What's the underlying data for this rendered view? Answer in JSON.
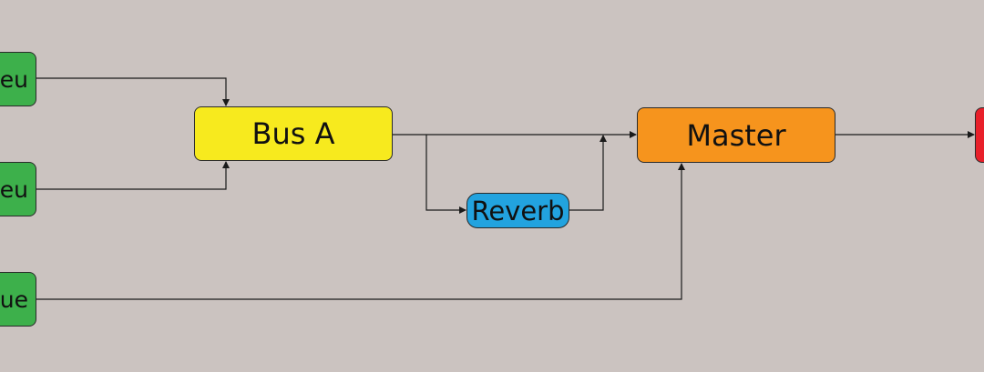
{
  "nodes": {
    "source_1": "Feu",
    "source_2": "Feu",
    "source_3": "que",
    "bus_a": "Bus A",
    "reverb": "Reverb",
    "master": "Master",
    "output": ""
  },
  "colors": {
    "background": "#cbc3c0",
    "source": "#3db04b",
    "bus": "#f7ea1e",
    "reverb": "#22a3df",
    "master": "#f6941d",
    "output": "#e8202a",
    "wire": "#1a1a1a"
  }
}
